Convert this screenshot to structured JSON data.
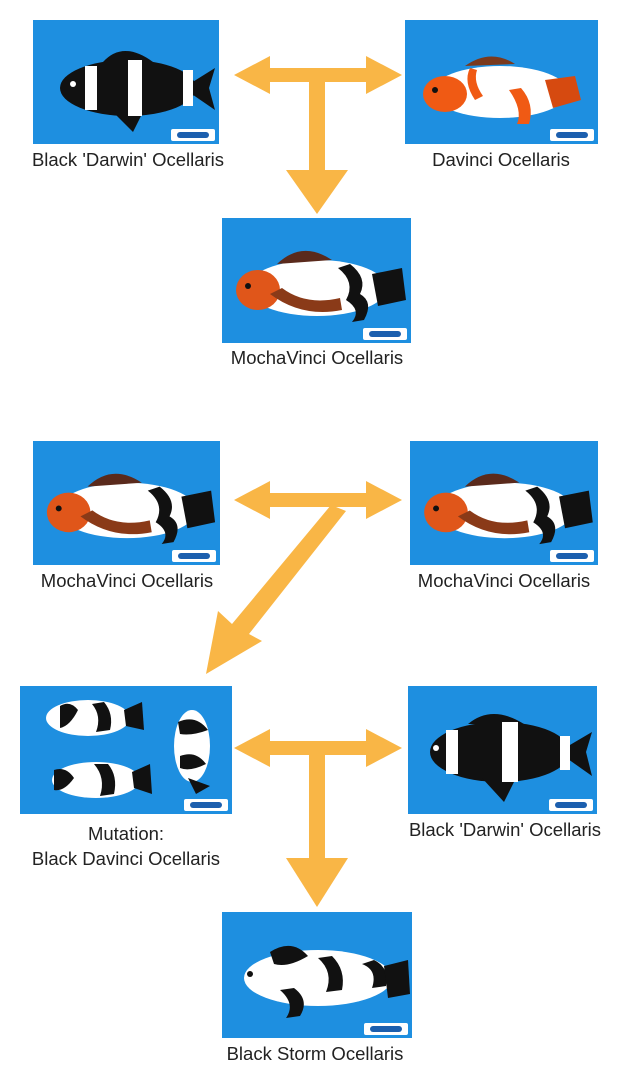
{
  "colors": {
    "tile_background": "#1e8fe0",
    "arrow": "#f9b646",
    "label_text": "#222222"
  },
  "group1": {
    "parent_left": "Black 'Darwin' Ocellaris",
    "parent_right": "Davinci Ocellaris",
    "offspring": "MochaVinci Ocellaris"
  },
  "group2": {
    "parent_left": "MochaVinci Ocellaris",
    "parent_right": "MochaVinci Ocellaris",
    "offspring_line1": "Mutation:",
    "offspring_line2": "Black Davinci Ocellaris"
  },
  "group3": {
    "parent_right": "Black 'Darwin' Ocellaris",
    "offspring": "Black Storm Ocellaris"
  },
  "icons": [
    "clownfish-photo",
    "double-arrow",
    "down-arrow",
    "diagonal-arrow",
    "breeder-logo"
  ]
}
